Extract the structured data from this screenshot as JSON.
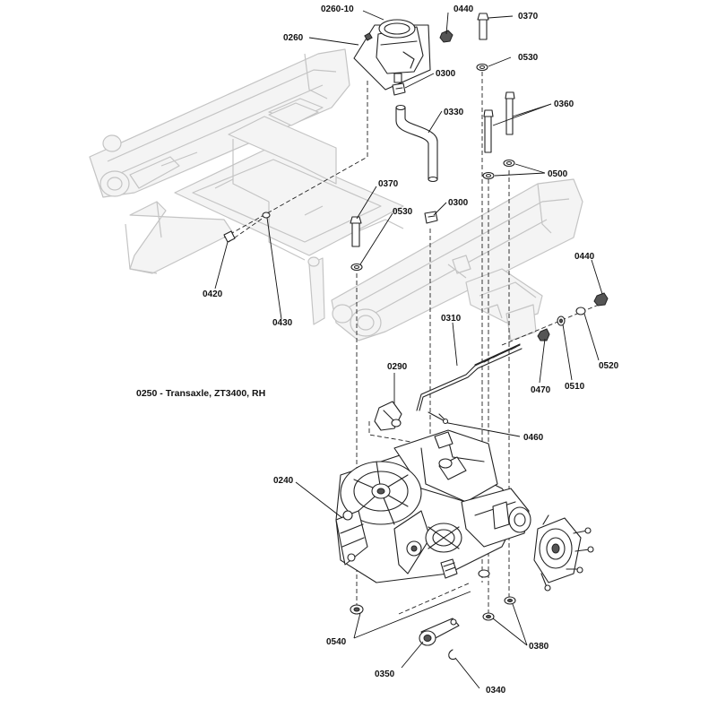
{
  "diagram": {
    "title": "0250 - Transaxle, ZT3400, RH",
    "callouts": [
      {
        "id": "c-0260-10",
        "text": "0260-10"
      },
      {
        "id": "c-0440-top",
        "text": "0440"
      },
      {
        "id": "c-0370-top",
        "text": "0370"
      },
      {
        "id": "c-0260",
        "text": "0260"
      },
      {
        "id": "c-0530-top",
        "text": "0530"
      },
      {
        "id": "c-0300-top",
        "text": "0300"
      },
      {
        "id": "c-0330",
        "text": "0330"
      },
      {
        "id": "c-0360",
        "text": "0360"
      },
      {
        "id": "c-0500",
        "text": "0500"
      },
      {
        "id": "c-0370-mid",
        "text": "0370"
      },
      {
        "id": "c-0300-mid",
        "text": "0300"
      },
      {
        "id": "c-0530-mid",
        "text": "0530"
      },
      {
        "id": "c-0440-right",
        "text": "0440"
      },
      {
        "id": "c-0420",
        "text": "0420"
      },
      {
        "id": "c-0430",
        "text": "0430"
      },
      {
        "id": "c-0310",
        "text": "0310"
      },
      {
        "id": "c-0470",
        "text": "0470"
      },
      {
        "id": "c-0510",
        "text": "0510"
      },
      {
        "id": "c-0520",
        "text": "0520"
      },
      {
        "id": "c-0290",
        "text": "0290"
      },
      {
        "id": "c-0460",
        "text": "0460"
      },
      {
        "id": "c-0240",
        "text": "0240"
      },
      {
        "id": "c-0540",
        "text": "0540"
      },
      {
        "id": "c-0380",
        "text": "0380"
      },
      {
        "id": "c-0350",
        "text": "0350"
      },
      {
        "id": "c-0340",
        "text": "0340"
      }
    ]
  }
}
